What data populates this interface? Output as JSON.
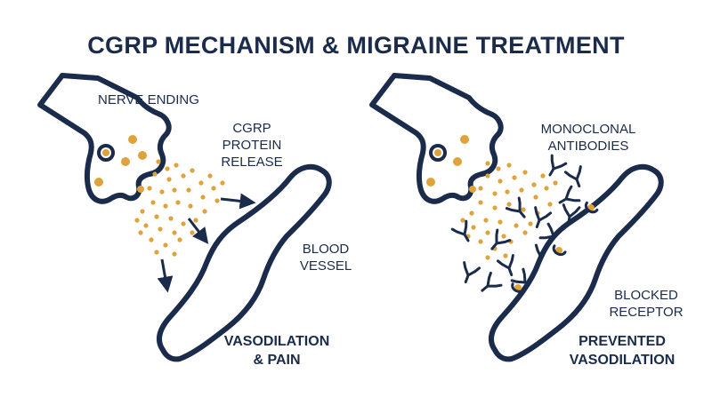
{
  "title": "CGRP MECHANISM & MIGRAINE TREATMENT",
  "left_panel": {
    "nerve_label": "NERVE ENDING",
    "cgrp_label": [
      "CGRP",
      "PROTEIN",
      "RELEASE"
    ],
    "vessel_label": [
      "BLOOD",
      "VESSEL"
    ],
    "outcome_label": [
      "VASODILATION",
      "& PAIN"
    ]
  },
  "right_panel": {
    "antibody_label": [
      "MONOCLONAL",
      "ANTIBODIES"
    ],
    "receptor_label": [
      "BLOCKED",
      "RECEPTOR"
    ],
    "outcome_label": [
      "PREVENTED",
      "VASODILATION"
    ]
  },
  "colors": {
    "navy": "#1b2b4b",
    "cgrp_orange": "#e0a33c",
    "background": "#ffffff"
  }
}
